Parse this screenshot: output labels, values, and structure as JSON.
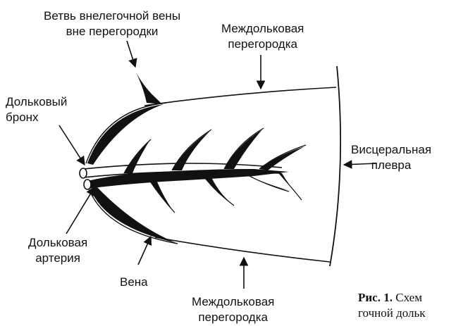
{
  "labels": {
    "branch_vein": [
      "Ветвь внелегочной вены",
      "вне перегородки"
    ],
    "septum_top": [
      "Междольковая",
      "перегородка"
    ],
    "bronchus": [
      "Дольковый",
      "бронх"
    ],
    "pleura": [
      "Висцеральная",
      "плевра"
    ],
    "artery": [
      "Дольковая",
      "артерия"
    ],
    "vein": "Вена",
    "septum_bottom": [
      "Междольковая",
      "перегородка"
    ]
  },
  "caption": {
    "prefix": "Рис. 1.",
    "line1": "Схем",
    "line2": "гочной дольк"
  }
}
